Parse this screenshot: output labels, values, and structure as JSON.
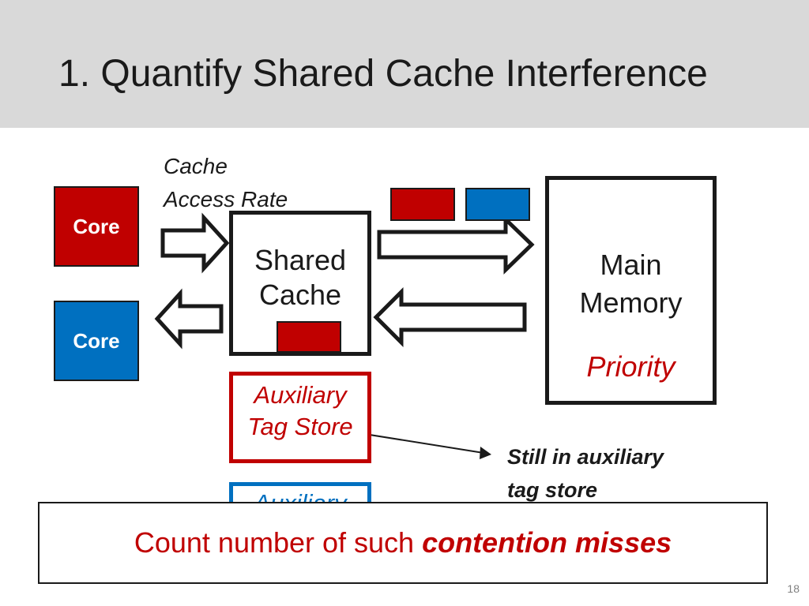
{
  "slide": {
    "title": "1. Quantify Shared Cache Interference",
    "page_number": "18"
  },
  "diagram": {
    "cache_access_rate_line1": "Cache",
    "cache_access_rate_line2": "Access Rate",
    "core_top": "Core",
    "core_bottom": "Core",
    "shared_cache_line1": "Shared",
    "shared_cache_line2": "Cache",
    "main_memory_line1": "Main",
    "main_memory_line2": "Memory",
    "priority": "Priority",
    "aux_tag_store_line1": "Auxiliary",
    "aux_tag_store_line2": "Tag Store",
    "aux_tag_store_2_partial": "Auxiliary",
    "callout_line1": "Still in auxiliary",
    "callout_line2": "tag store"
  },
  "bottom": {
    "text_plain": "Count number of such ",
    "text_emphasis": "contention misses"
  },
  "colors": {
    "red": "#c00000",
    "blue": "#0070c0",
    "title_band": "#d9d9d9"
  }
}
